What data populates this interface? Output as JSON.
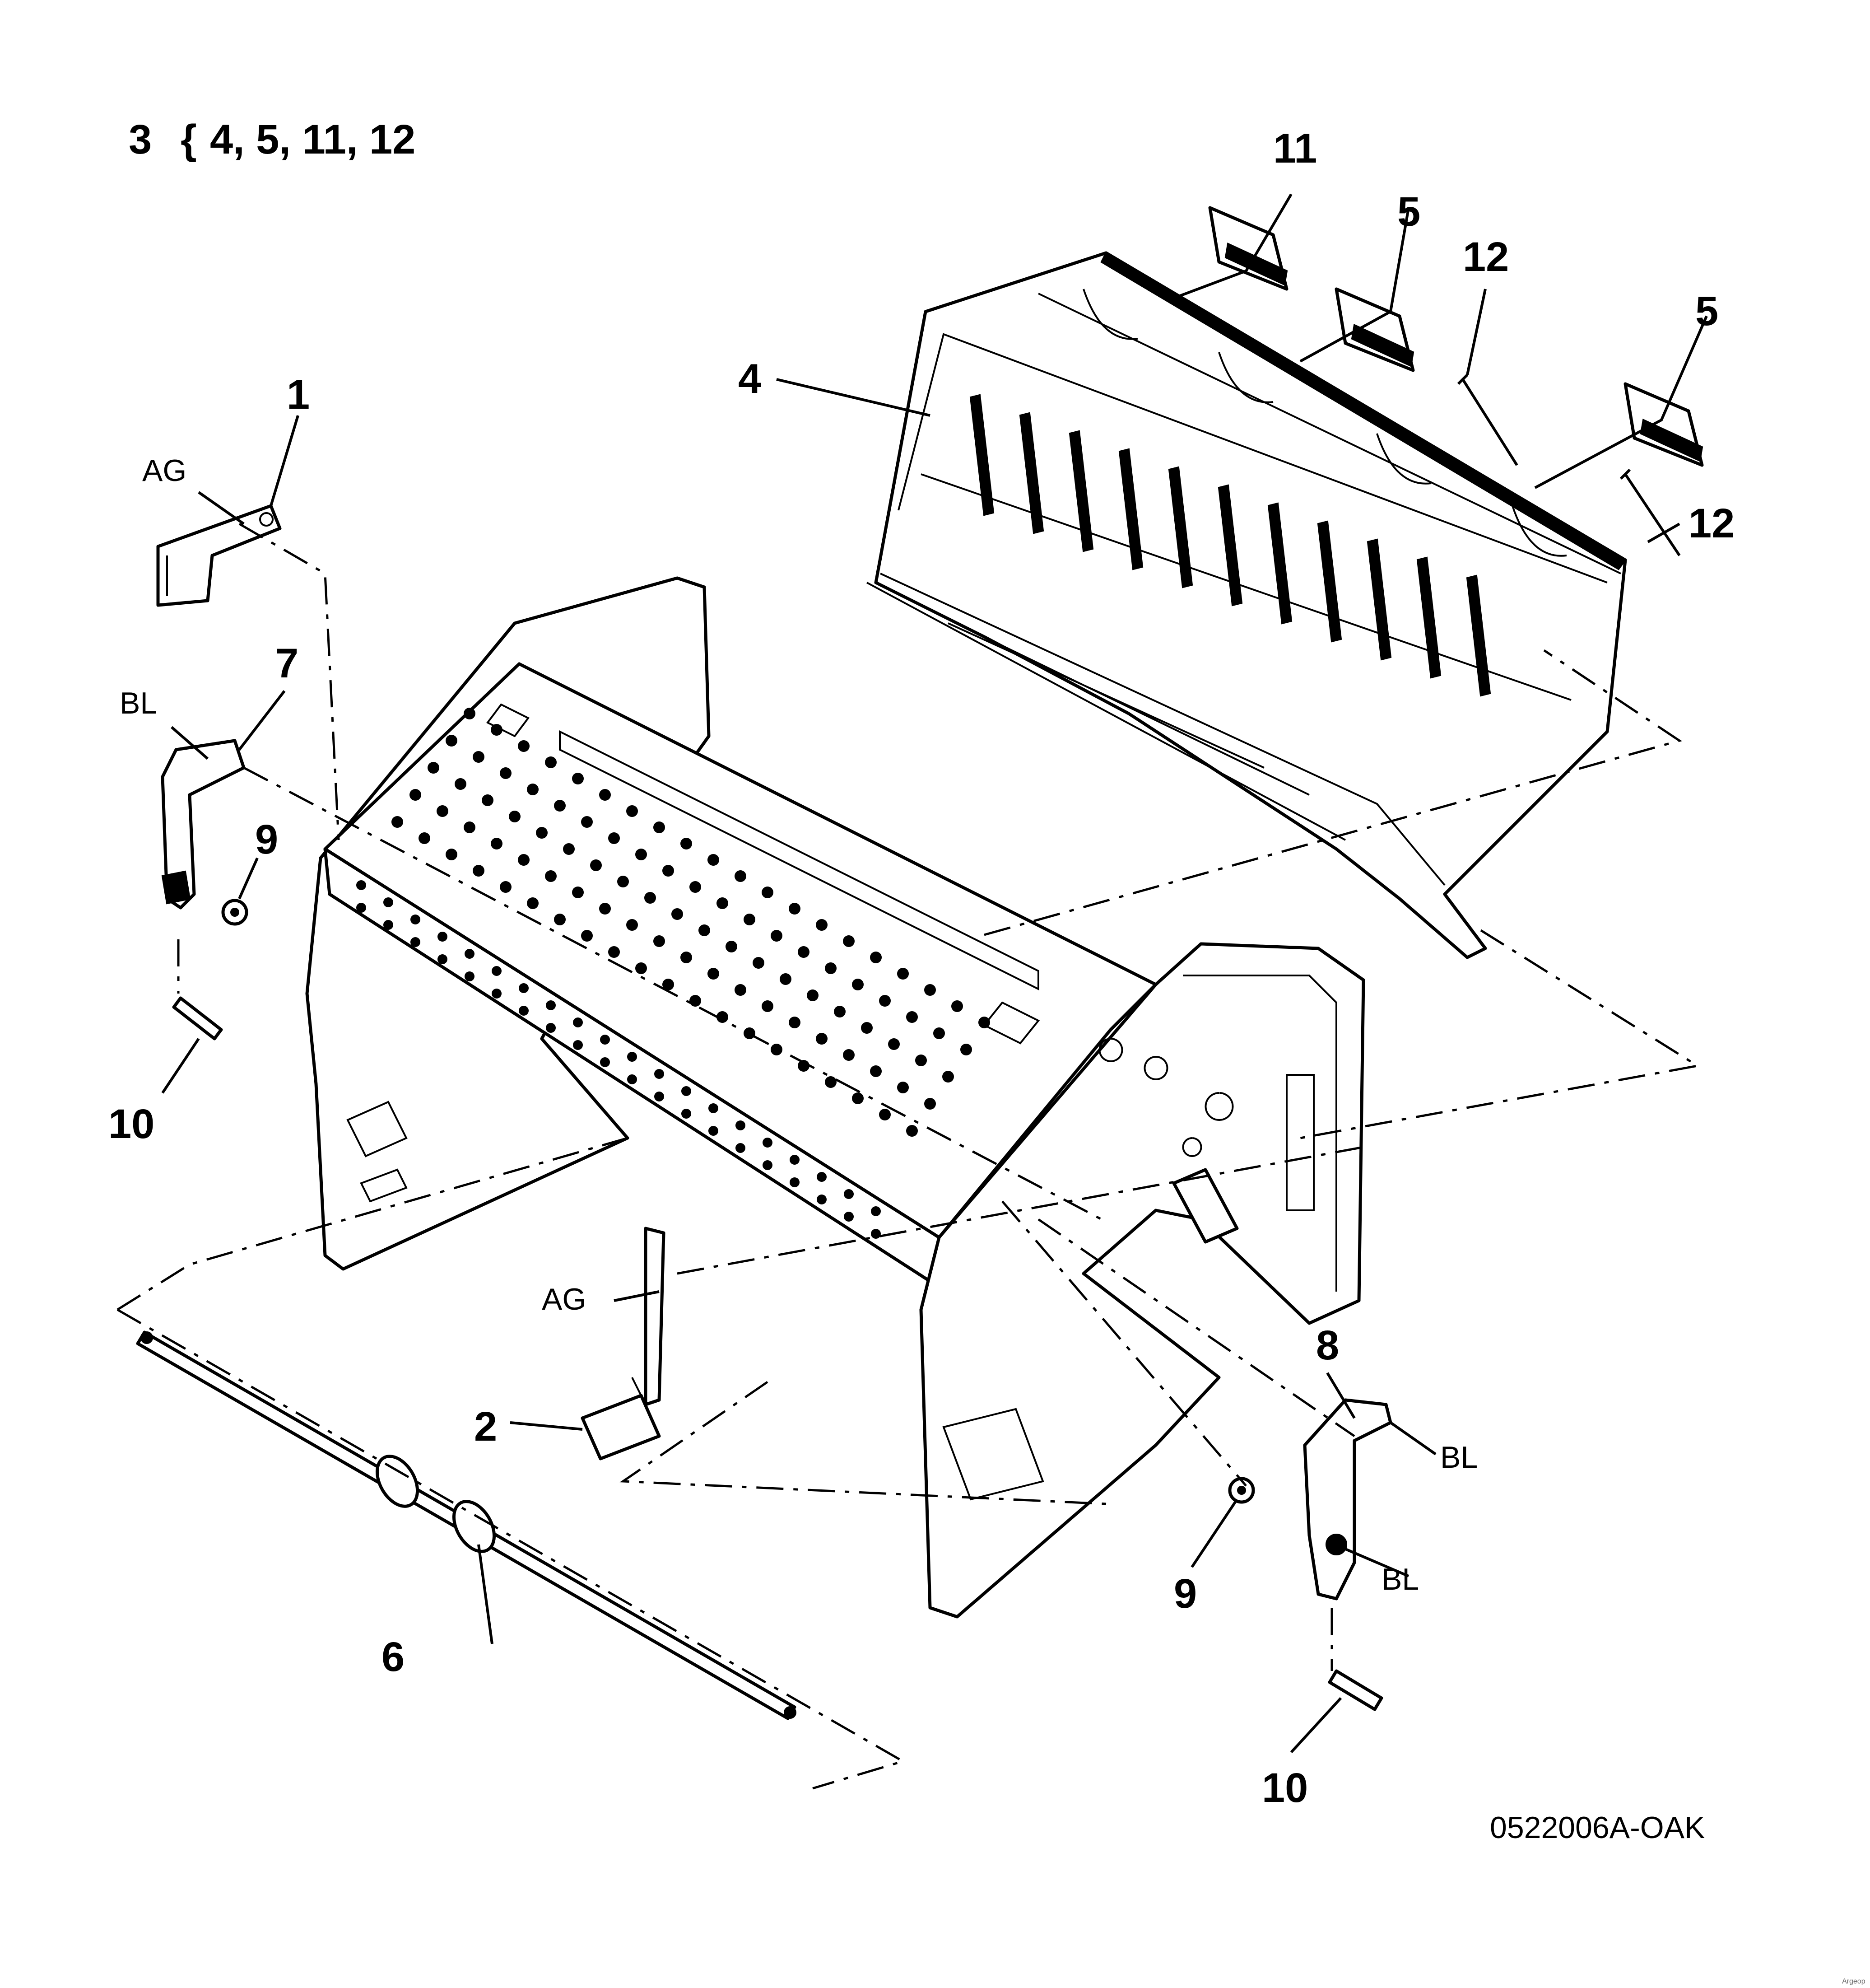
{
  "header": {
    "parent_ref": "3",
    "brace": "{",
    "children": "4, 5, 11, 12"
  },
  "callouts": {
    "c1": "1",
    "c2": "2",
    "c4": "4",
    "c5a": "5",
    "c5b": "5",
    "c6": "6",
    "c7": "7",
    "c8": "8",
    "c9a": "9",
    "c9b": "9",
    "c10a": "10",
    "c10b": "10",
    "c11": "11",
    "c12a": "12",
    "c12b": "12"
  },
  "tags": {
    "ag_top": "AG",
    "ag_mid": "AG",
    "bl_left": "BL",
    "bl_right_top": "BL",
    "bl_right_bottom": "BL"
  },
  "figure_id": "0522006A-OAK",
  "watermark": "Argeop"
}
